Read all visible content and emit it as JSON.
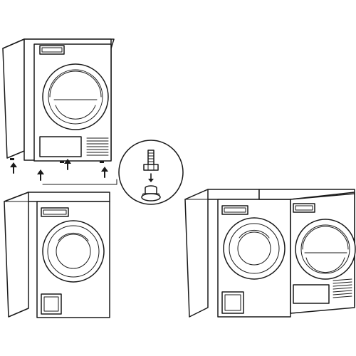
{
  "colors": {
    "line": "#1a1a1a",
    "background": "#ffffff"
  },
  "diagram": {
    "steps": [
      {
        "name": "dryer-lifted-above-washer",
        "icon": "dryer-icon"
      },
      {
        "name": "foot-replacement-detail",
        "icon": "adjustable-foot-icon"
      },
      {
        "name": "washer-and-dryer-side-by-side",
        "icon": "washer-icon"
      }
    ],
    "arrow_direction": "up",
    "detail_arrow_direction": "down"
  }
}
